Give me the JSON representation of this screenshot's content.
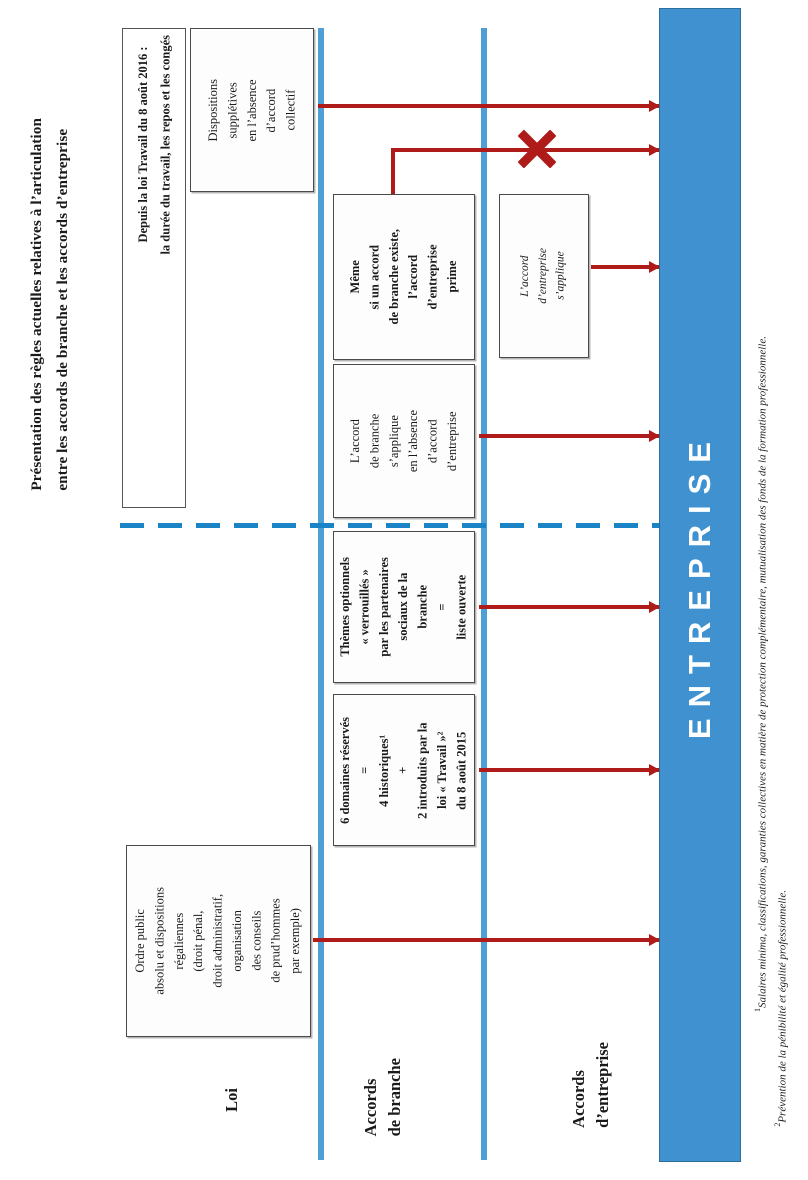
{
  "title": "Présentation des règles actuelles relatives à l’articulation\nentre les accords de branche et les accords d’entreprise",
  "entreprise_bar": {
    "label": "ENTREPRISE",
    "color": "#3f92cf"
  },
  "accent_colors": {
    "blue": "#4d9fd6",
    "dashed_blue": "#1b84c6",
    "red_arrow": "#ae1b18"
  },
  "columns": [
    {
      "id": "loi",
      "label": "Loi"
    },
    {
      "id": "accords-de-branche",
      "label": "Accords\nde branche"
    },
    {
      "id": "accords-d-entreprise",
      "label": "Accords\nd’entreprise"
    }
  ],
  "boxes": {
    "dispositions_suppletives": "Dispositions\nsupplétives\nen l’absence\nd’accord\ncollectif",
    "depuis_loi_travail": "Depuis la loi Travail du 8 août 2016 :\nla durée du travail, les repos et les congés",
    "ordre_public": "Ordre public\nabsolu et dispositions\nrégaliennes\n(droit pénal,\ndroit administratif,\norganisation\ndes conseils\nde prud’hommes\npar exemple)",
    "accord_entreprise_prime": "Même\nsi un accord\nde branche existe,\nl’accord\nd’entreprise\nprime",
    "accord_branche_applique": "L’accord\nde branche\ns’applique\nen l’absence\nd’accord\nd’entreprise",
    "themes_optionnels": "Thèmes optionnels\n« verrouillés »\npar les partenaires\nsociaux de la\nbranche\n=\nliste ouverte",
    "domaines_reserves": "6 domaines réservés\n=\n4 historiques¹\n+\n2 introduits par la\nloi « Travail »²\ndu 8 août 2015",
    "accord_entreprise_sapplique": "L’accord\nd’entreprise\ns’applique"
  },
  "footnotes": [
    {
      "marker": "1",
      "text": "Salaires minima, classifications, garanties collectives en matière de protection complémentaire, mutualisation des fonds de la formation professionnelle."
    },
    {
      "marker": "2",
      "text": "Prévention de la pénibilité et égalité professionnelle."
    }
  ],
  "x_mark": {
    "meaning": "interdiction",
    "color": "#ae1b18"
  }
}
